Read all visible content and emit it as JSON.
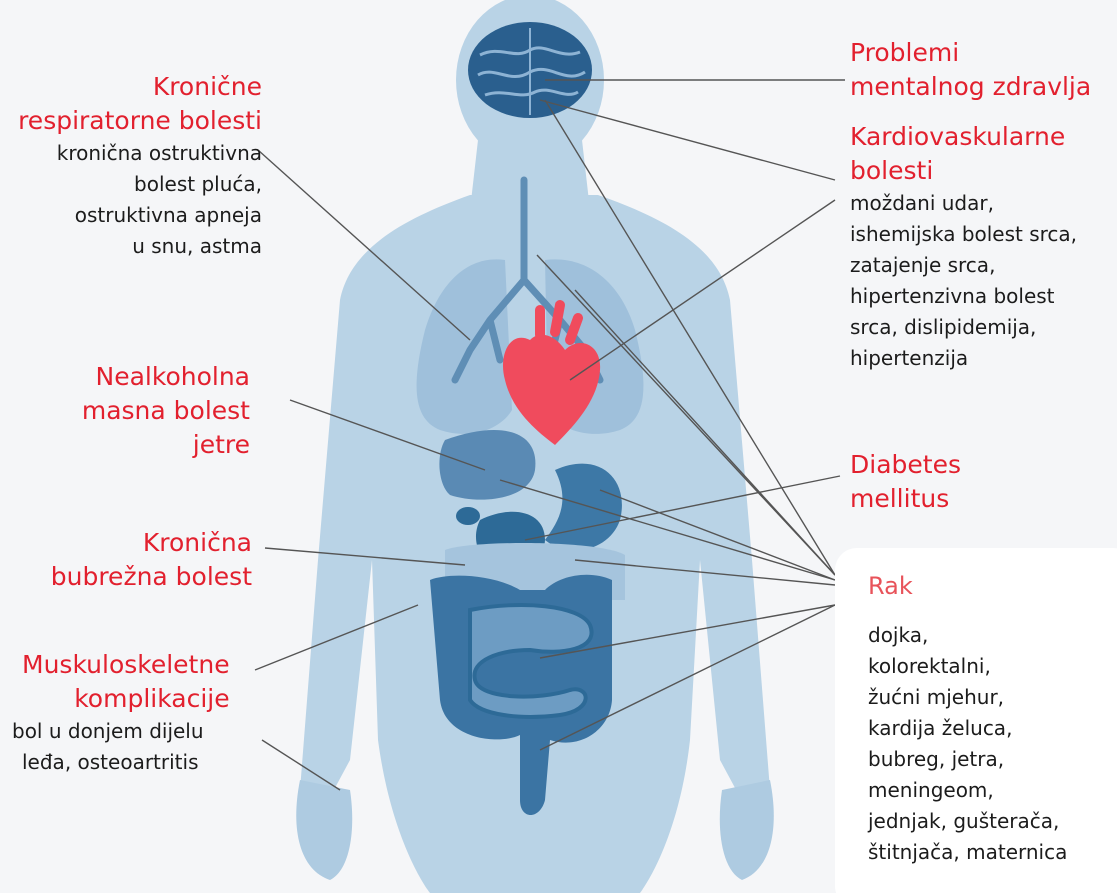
{
  "labels": {
    "respiratory": {
      "title": [
        "Kronične",
        "respiratorne bolesti"
      ],
      "details": [
        "kronična ostruktivna",
        "bolest pluća,",
        "ostruktivna apneja",
        "u snu, astma"
      ]
    },
    "liver": {
      "title": [
        "Nealkoholna",
        "masna bolest",
        "jetre"
      ]
    },
    "kidney": {
      "title": [
        "Kronična",
        "bubrežna bolest"
      ]
    },
    "musculoskeletal": {
      "title": [
        "Muskuloskeletne",
        "komplikacije"
      ],
      "details": [
        "bol u donjem dijelu",
        "leđa, osteoartritis"
      ]
    },
    "mental": {
      "title": [
        "Problemi",
        "mentalnog zdravlja"
      ]
    },
    "cardio": {
      "title": [
        "Kardiovaskularne",
        "bolesti"
      ],
      "details": [
        "moždani udar,",
        "ishemijska bolest srca,",
        "zatajenje srca,",
        "hipertenzivna bolest",
        "srca, dislipidemija,",
        "hipertenzija"
      ]
    },
    "diabetes": {
      "title": [
        "Diabetes",
        "mellitus"
      ]
    },
    "cancer": {
      "title": "Rak",
      "details": [
        "dojka,",
        "kolorektalni,",
        "žućni mjehur,",
        "kardija želuca,",
        "bubreg, jetra,",
        "meningeom,",
        "jednjak, gušterača,",
        "štitnjača, maternica"
      ]
    }
  },
  "colors": {
    "body": "#b9d3e6",
    "organ_light": "#8cb3d3",
    "organ_dark": "#2d6a97",
    "brain": "#2a5f8e",
    "heart": "#f04b5d",
    "label_red": "#e2202e",
    "text_dark": "#1c1c1c",
    "leader_line": "#555555"
  }
}
